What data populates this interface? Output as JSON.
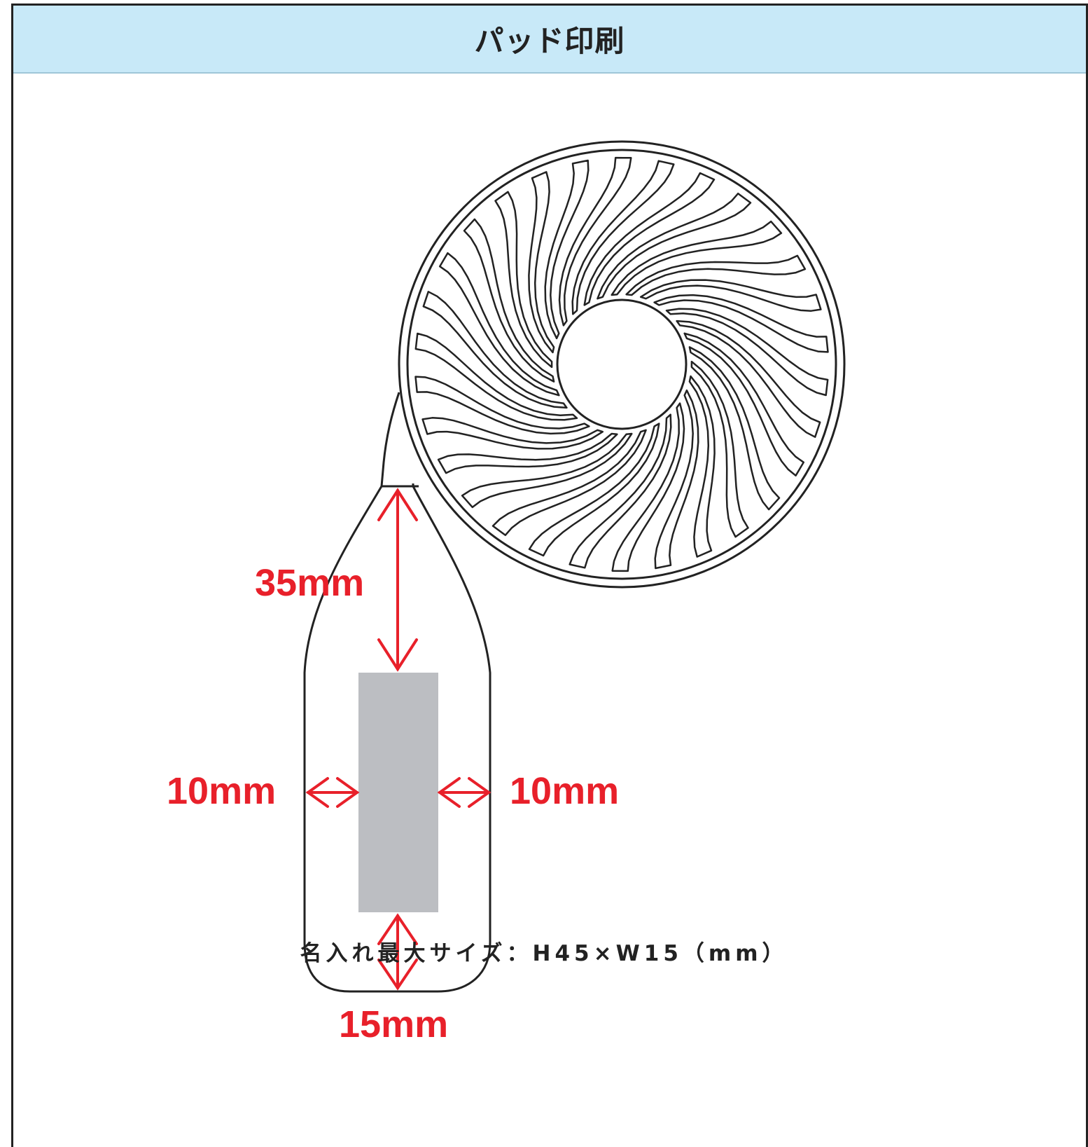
{
  "header": {
    "title": "パッド印刷"
  },
  "dimensions": {
    "top": "35mm",
    "left": "10mm",
    "right": "10mm",
    "bottom": "15mm"
  },
  "footer": {
    "text": "名入れ最大サイズ：H45×W15（mm）"
  },
  "colors": {
    "header_bg": "#c8e9f8",
    "dimension": "#e8202a",
    "print_area": "#bcbec2",
    "outline": "#222222"
  }
}
